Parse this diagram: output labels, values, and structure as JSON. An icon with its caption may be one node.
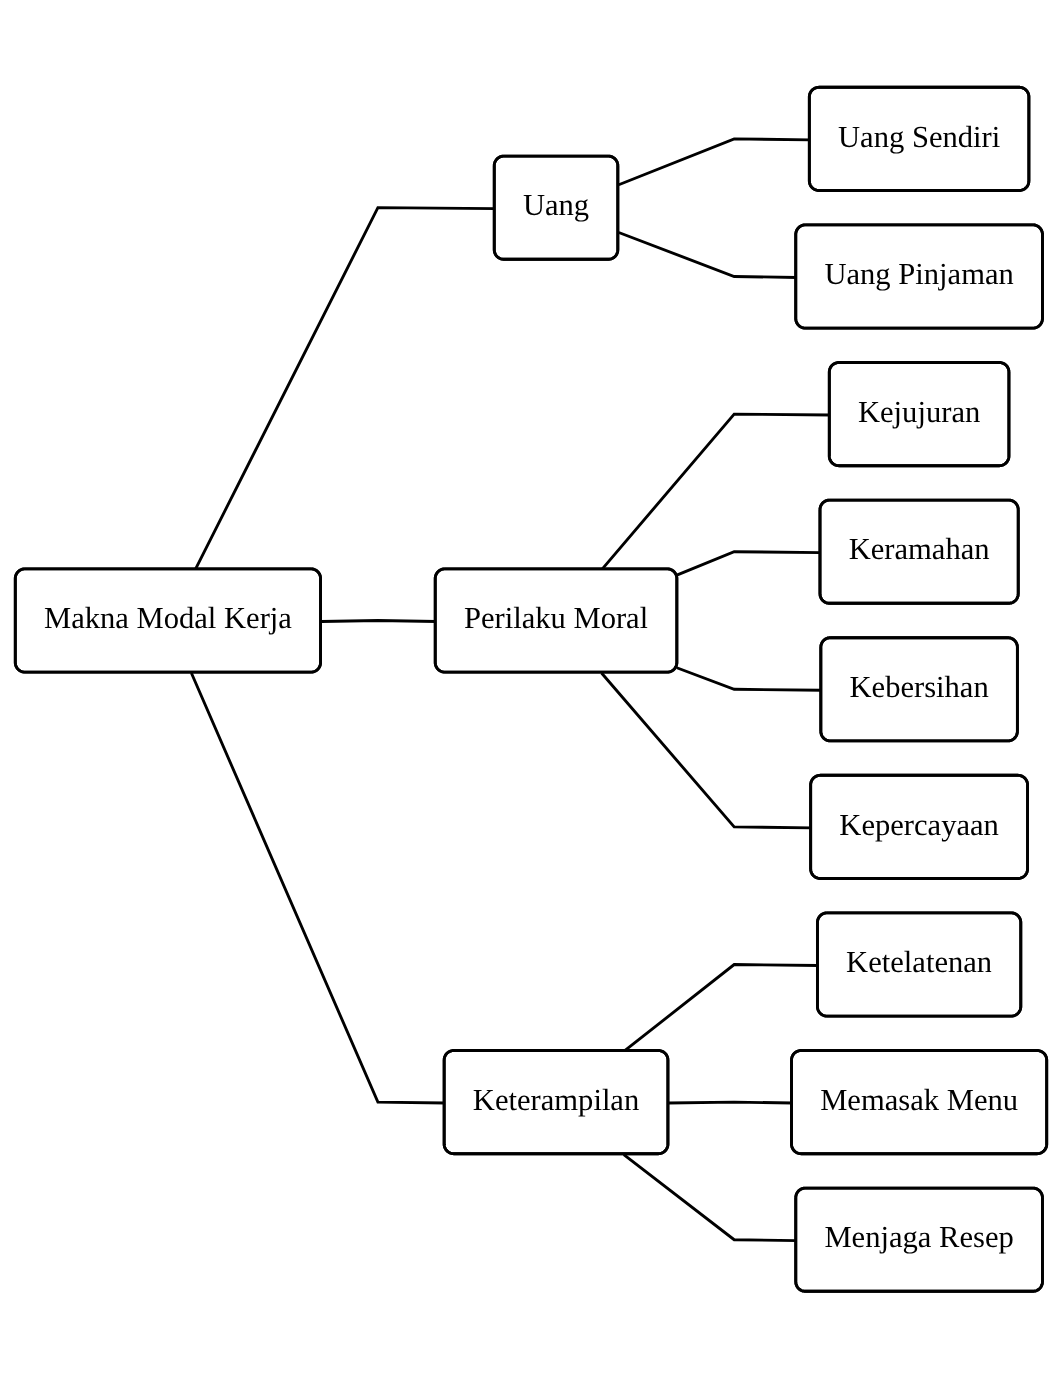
{
  "diagram": {
    "nodes": [
      {
        "text": [
          "Makna Modal Kerja"
        ]
      },
      {
        "text": [
          "Uang"
        ]
      },
      {
        "text": [
          "Uang Sendiri"
        ]
      },
      {
        "text": [
          "Uang Pinjaman"
        ]
      },
      {
        "text": [
          "Perilaku Moral"
        ]
      },
      {
        "text": [
          "Kejujuran"
        ]
      },
      {
        "text": [
          "Keramahan"
        ]
      },
      {
        "text": [
          "Kebersihan"
        ]
      },
      {
        "text": [
          "Kepercayaan"
        ]
      },
      {
        "text": [
          "Keterampilan"
        ]
      },
      {
        "text": [
          "Ketelatenan"
        ]
      },
      {
        "text": [
          "Memasak Menu"
        ]
      },
      {
        "text": [
          "Menjaga Resep"
        ]
      }
    ],
    "edges": [
      {
        "from": 0,
        "to": 1,
        "arrow": "none"
      },
      {
        "from": 0,
        "to": 4,
        "arrow": "none"
      },
      {
        "from": 0,
        "to": 9,
        "arrow": "none"
      },
      {
        "from": 1,
        "to": 2,
        "arrow": "none"
      },
      {
        "from": 1,
        "to": 3,
        "arrow": "none"
      },
      {
        "from": 4,
        "to": 5,
        "arrow": "none"
      },
      {
        "from": 4,
        "to": 6,
        "arrow": "none"
      },
      {
        "from": 4,
        "to": 7,
        "arrow": "none"
      },
      {
        "from": 4,
        "to": 8,
        "arrow": "none"
      },
      {
        "from": 9,
        "to": 10,
        "arrow": "none"
      },
      {
        "from": 9,
        "to": 11,
        "arrow": "none"
      },
      {
        "from": 9,
        "to": 12,
        "arrow": "none"
      }
    ]
  }
}
